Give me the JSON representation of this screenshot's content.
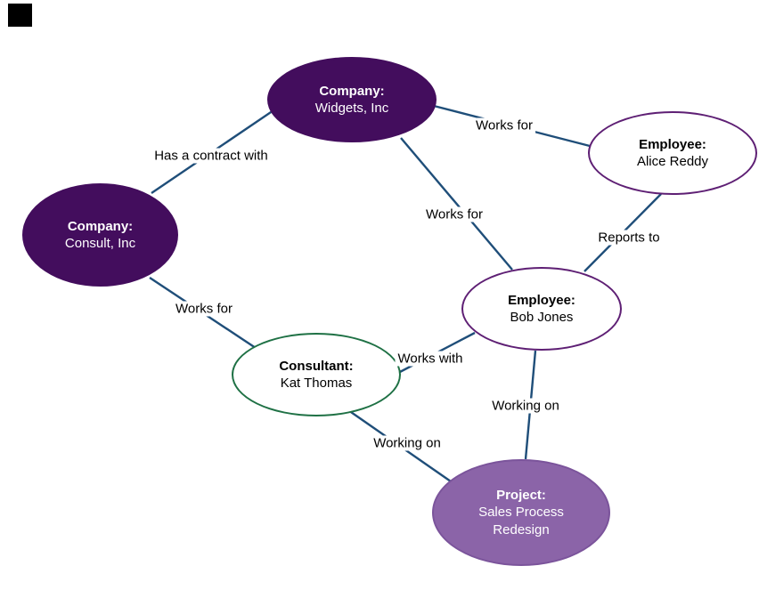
{
  "diagram": {
    "nodes": [
      {
        "id": "company-widgets",
        "title": "Company:",
        "name": "Widgets, Inc",
        "kind": "company"
      },
      {
        "id": "company-consult",
        "title": "Company:",
        "name": "Consult, Inc",
        "kind": "company"
      },
      {
        "id": "employee-alice",
        "title": "Employee:",
        "name": "Alice Reddy",
        "kind": "employee"
      },
      {
        "id": "employee-bob",
        "title": "Employee:",
        "name": "Bob Jones",
        "kind": "employee"
      },
      {
        "id": "consultant-kat",
        "title": "Consultant:",
        "name": "Kat Thomas",
        "kind": "consultant"
      },
      {
        "id": "project-sales",
        "title": "Project:",
        "name": "Sales Process Redesign",
        "kind": "project"
      }
    ],
    "edges": [
      {
        "from": "company-consult",
        "to": "company-widgets",
        "label": "Has a contract with"
      },
      {
        "from": "company-widgets",
        "to": "employee-alice",
        "label": "Works for"
      },
      {
        "from": "company-widgets",
        "to": "employee-bob",
        "label": "Works for"
      },
      {
        "from": "employee-alice",
        "to": "employee-bob",
        "label": "Reports to"
      },
      {
        "from": "company-consult",
        "to": "consultant-kat",
        "label": "Works for"
      },
      {
        "from": "consultant-kat",
        "to": "employee-bob",
        "label": "Works with"
      },
      {
        "from": "employee-bob",
        "to": "project-sales",
        "label": "Working on"
      },
      {
        "from": "consultant-kat",
        "to": "project-sales",
        "label": "Working on"
      }
    ],
    "colors": {
      "company_fill": "#430D5D",
      "company_text": "#FFFFFF",
      "employee_border": "#5E1F74",
      "consultant_border": "#1F7145",
      "project_fill": "#8B64A8",
      "project_text": "#FFFFFF",
      "edge_line": "#1F4E79",
      "label_text": "#000000"
    }
  }
}
